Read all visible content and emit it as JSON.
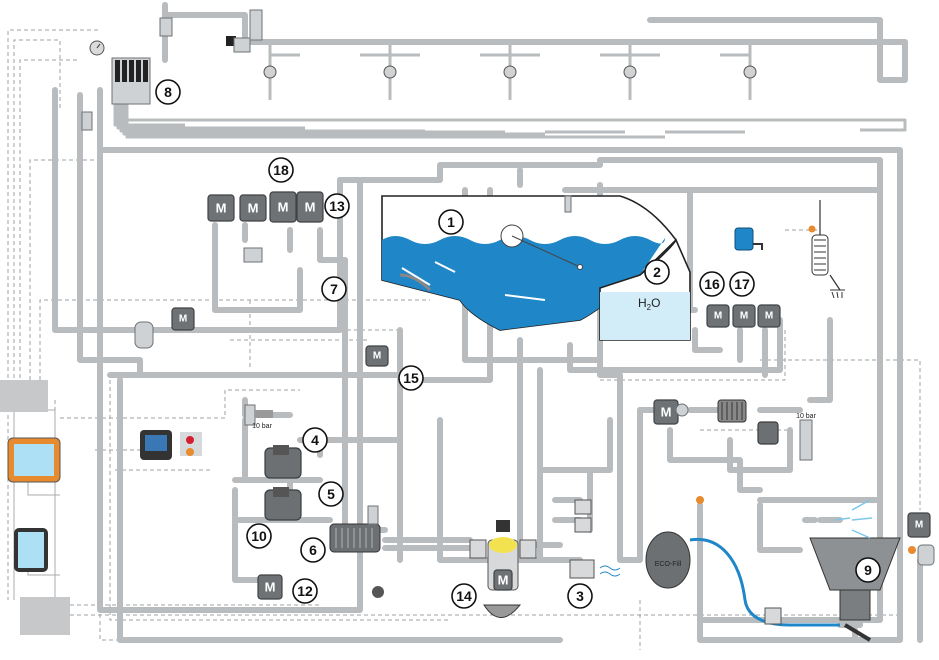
{
  "labels": {
    "n1": "1",
    "n2": "2",
    "n3": "3",
    "n4": "4",
    "n5": "5",
    "n6": "6",
    "n7": "7",
    "n8": "8",
    "n9": "9",
    "n10": "10",
    "n12": "12",
    "n13": "13",
    "n14": "14",
    "n15": "15",
    "n16": "16",
    "n17": "17",
    "n18": "18"
  },
  "text": {
    "motor": "M",
    "h2o": "H",
    "h2o_sub": "2",
    "h2o_o": "O",
    "pressure_left": "10 bar",
    "pressure_right": "10 bar",
    "ecofill": "ECO-Fill"
  },
  "colors": {
    "water": "#1f86c8",
    "clean_water": "#d2ecf8",
    "pipe": "#b9bcbe",
    "motor_box": "#6e7275",
    "orange": "#e88a2e",
    "red": "#d3202e"
  }
}
